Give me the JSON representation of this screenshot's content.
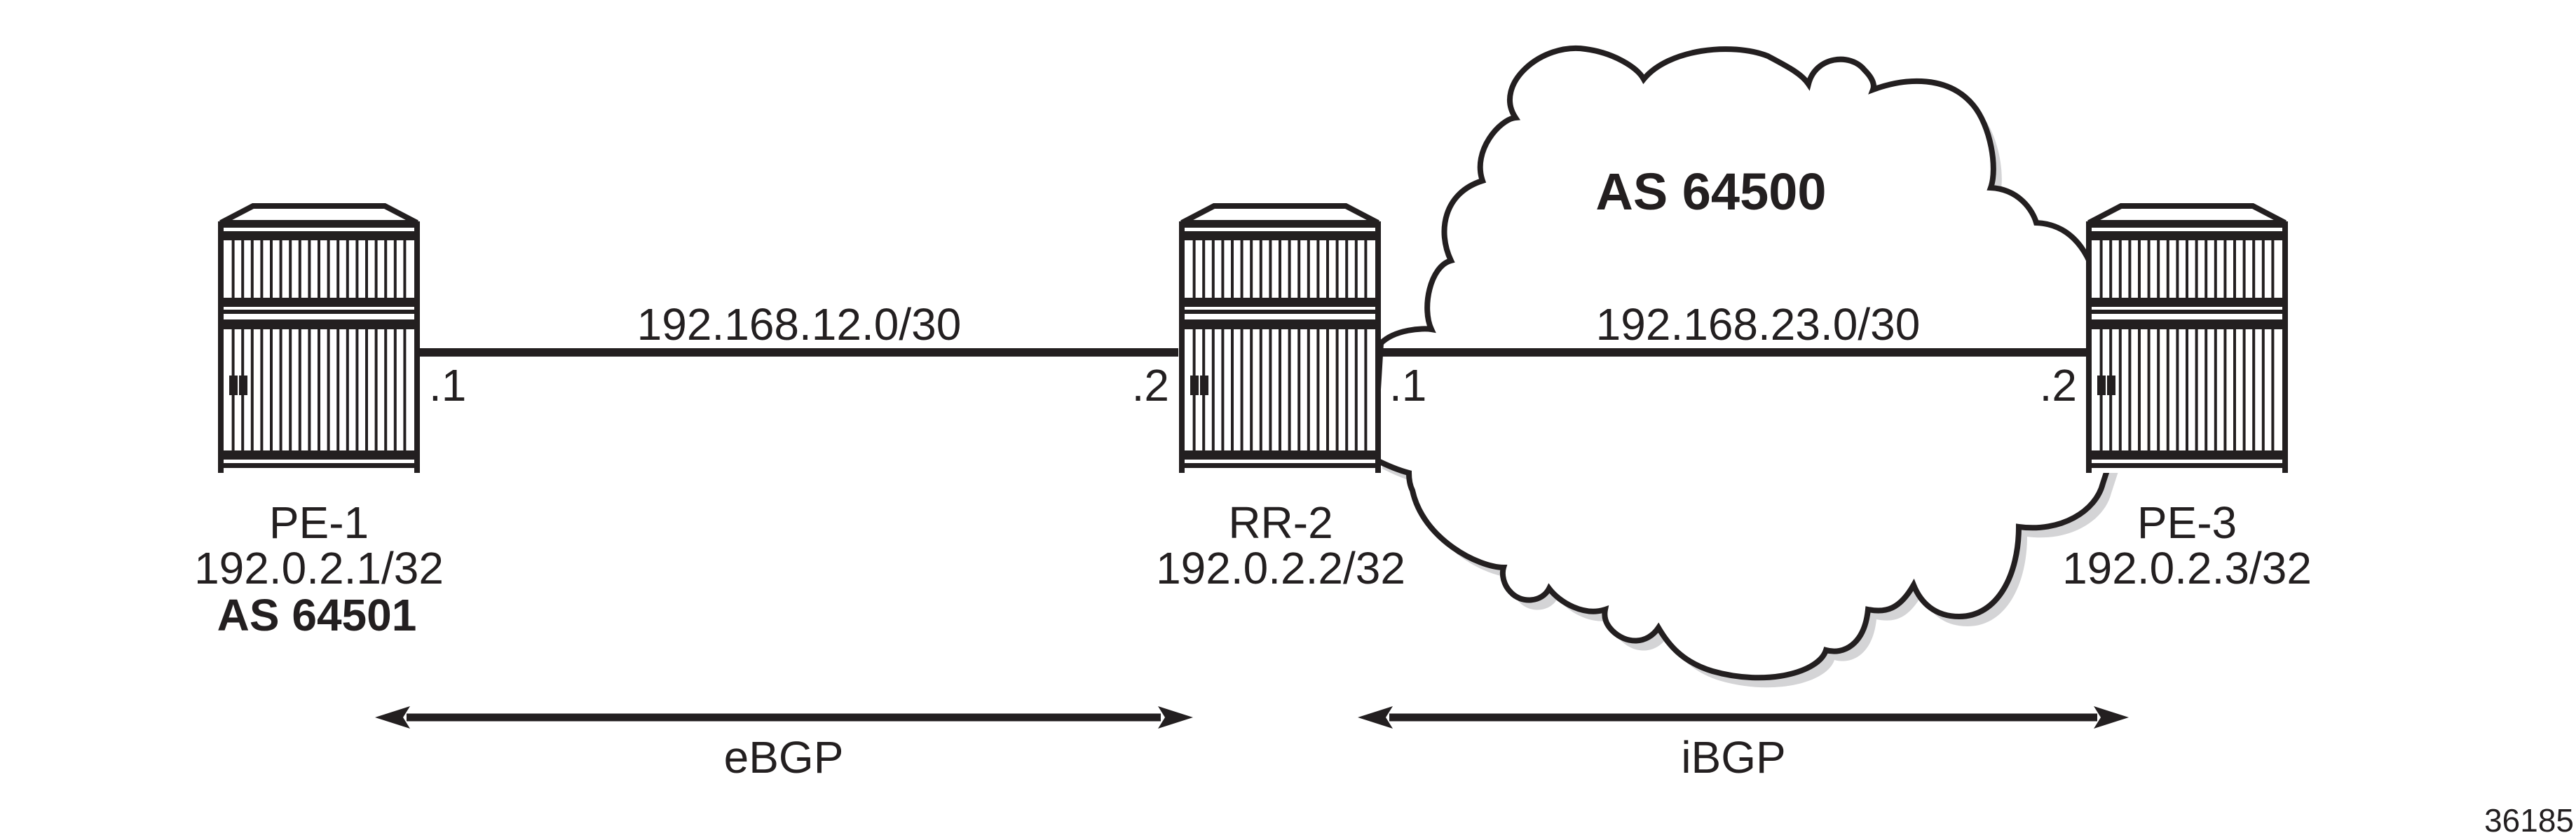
{
  "diagram": {
    "type": "network-topology",
    "colors": {
      "stroke": "#231f20",
      "shadow_dark": "#c6c6c8",
      "shadow_light": "#dcdcde",
      "background": "#ffffff"
    },
    "cloud": {
      "label": "AS 64500",
      "icon": "cloud-icon"
    },
    "nodes": [
      {
        "id": "pe1",
        "name": "PE-1",
        "system_address": "192.0.2.1/32",
        "as_label": "AS 64501",
        "icon": "router-icon"
      },
      {
        "id": "rr2",
        "name": "RR-2",
        "system_address": "192.0.2.2/32",
        "as_label": "",
        "icon": "router-icon"
      },
      {
        "id": "pe3",
        "name": "PE-3",
        "system_address": "192.0.2.3/32",
        "as_label": "",
        "icon": "router-icon"
      }
    ],
    "links": [
      {
        "from": "pe1",
        "to": "rr2",
        "subnet": "192.168.12.0/30",
        "from_if": ".1",
        "to_if": ".2"
      },
      {
        "from": "rr2",
        "to": "pe3",
        "subnet": "192.168.23.0/30",
        "from_if": ".1",
        "to_if": ".2"
      }
    ],
    "sessions": [
      {
        "label": "eBGP",
        "from": "pe1",
        "to": "rr2",
        "icon": "double-arrow-icon"
      },
      {
        "label": "iBGP",
        "from": "rr2",
        "to": "pe3",
        "icon": "double-arrow-icon"
      }
    ],
    "figure_id": "36185"
  }
}
